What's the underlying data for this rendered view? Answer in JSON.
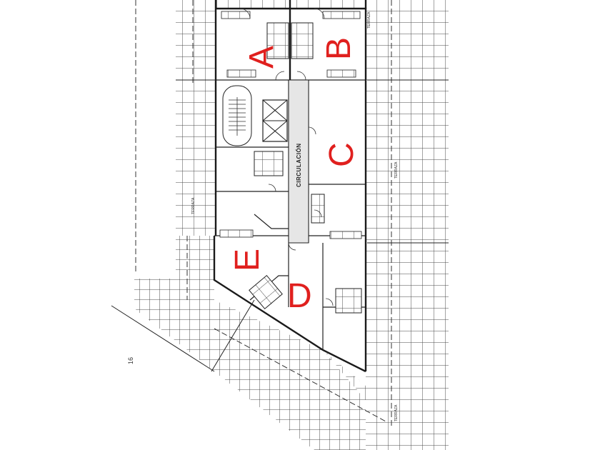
{
  "units": {
    "a": "A",
    "b": "B",
    "c": "C",
    "d": "D",
    "e": "E"
  },
  "labels": {
    "circulacion": "CIRCULACIÓN",
    "terraza": "TERRAZA",
    "level": "16"
  }
}
